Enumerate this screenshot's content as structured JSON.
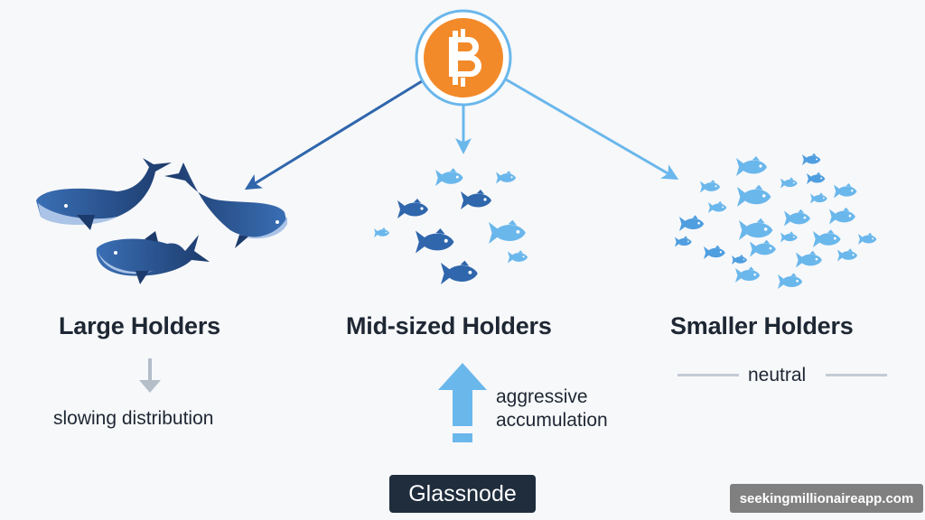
{
  "center": {
    "icon": "bitcoin-icon",
    "symbol": "₿",
    "accent": "#f28a2a",
    "ring": "#6ab7ec"
  },
  "groups": [
    {
      "id": "large",
      "title": "Large Holders",
      "trend": "slowing distribution",
      "trend_icon": "arrow-down-icon",
      "color": "#2f66ac"
    },
    {
      "id": "mid",
      "title": "Mid-sized Holders",
      "trend_line1": "aggressive",
      "trend_line2": "accumulation",
      "trend_icon": "arrow-up-icon",
      "color": "#6ab7ec"
    },
    {
      "id": "small",
      "title": "Smaller Holders",
      "trend": "neutral",
      "trend_icon": "neutral-line-icon",
      "color": "#6ab7ec"
    }
  ],
  "source": "Glassnode",
  "watermark": "seekingmillionaireapp.com"
}
